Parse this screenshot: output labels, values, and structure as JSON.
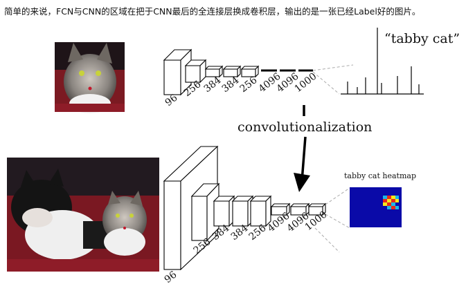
{
  "caption": "简单的来说，FCN与CNN的区域在把于CNN最后的全连接层换成卷积层，输出的是一张已经Label好的图片。",
  "top_network": {
    "layer_labels": [
      "96",
      "256",
      "384",
      "384",
      "256",
      "4096",
      "4096",
      "1000"
    ],
    "output_label": "“tabby cat”"
  },
  "transform_label": "convolutionalization",
  "bottom_network": {
    "layer_labels": [
      "96",
      "256",
      "384",
      "384",
      "256",
      "4096",
      "4096",
      "1000"
    ],
    "output_label": "tabby cat heatmap"
  },
  "colors": {
    "heatmap_bg": "#0a0aa8",
    "heatmap_hot": "#e8281a",
    "heatmap_warm": "#f6e81a",
    "heatmap_cool": "#1ab8e8"
  }
}
